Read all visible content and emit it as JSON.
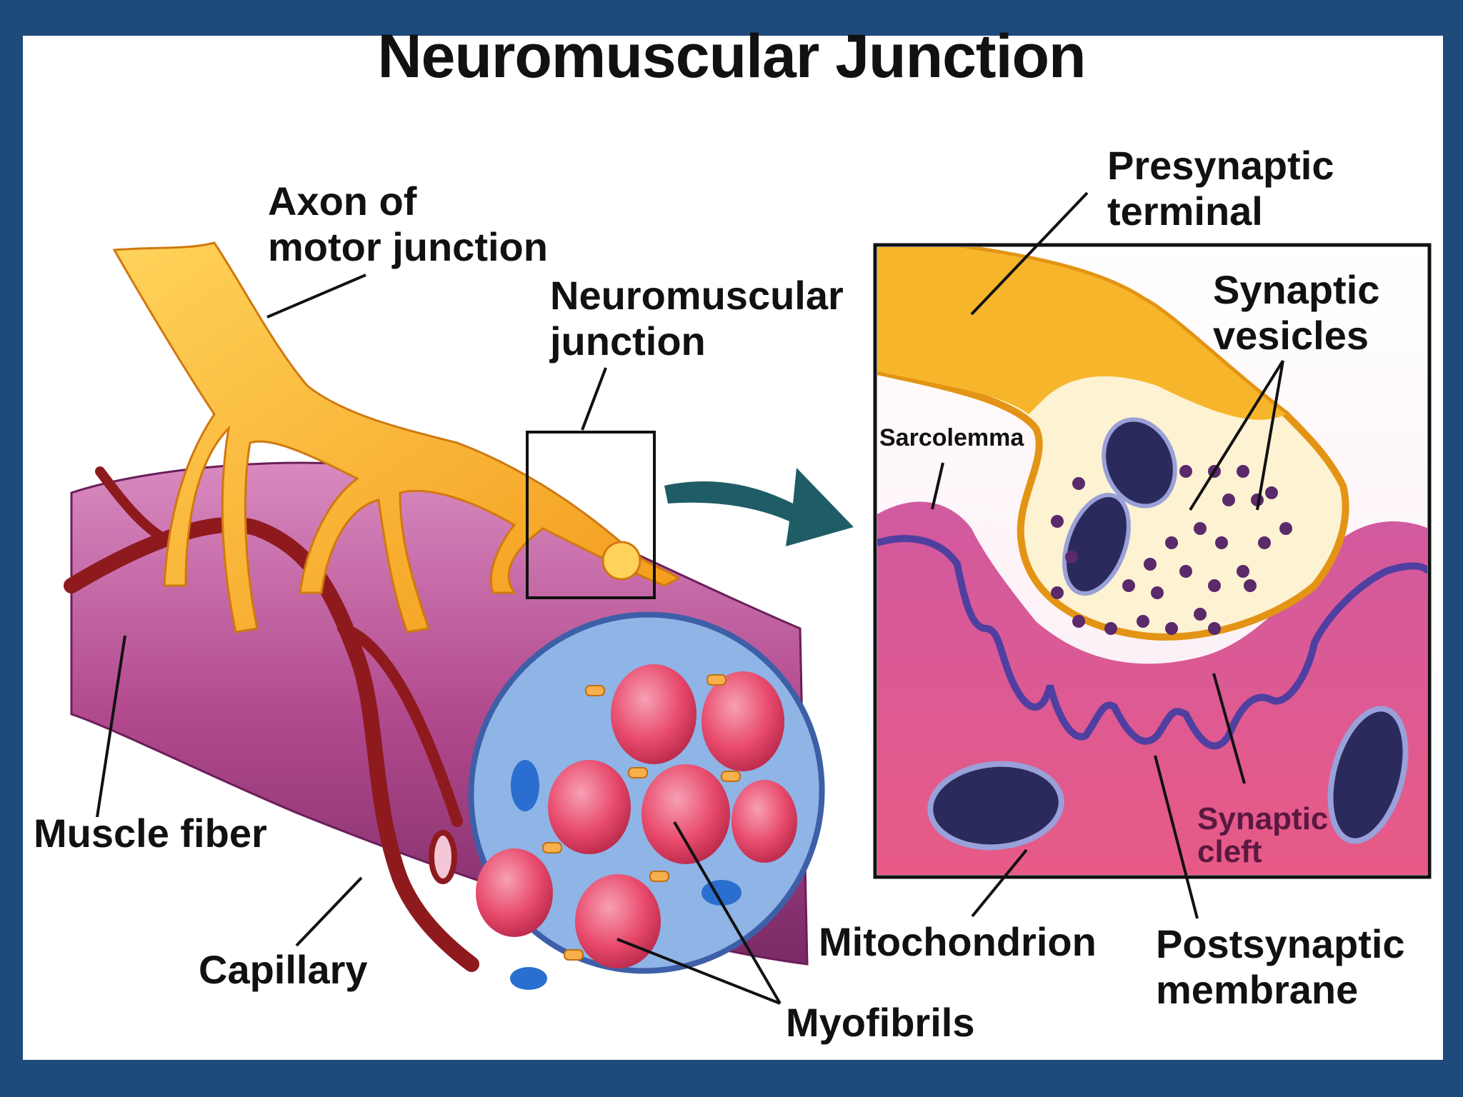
{
  "diagram": {
    "title": "Neuromuscular Junction",
    "labels": {
      "axon_line1": "Axon of",
      "axon_line2": "motor junction",
      "nmj_line1": "Neuromuscular",
      "nmj_line2": "junction",
      "presynaptic_line1": "Presynaptic",
      "presynaptic_line2": "terminal",
      "vesicles_line1": "Synaptic",
      "vesicles_line2": "vesicles",
      "sarcolemma": "Sarcolemma",
      "muscle_fiber": "Muscle fiber",
      "capillary": "Capillary",
      "myofibrils": "Myofibrils",
      "mitochondrion": "Mitochondrion",
      "postsynaptic_line1": "Postsynaptic",
      "postsynaptic_line2": "membrane",
      "cleft_line1": "Synaptic",
      "cleft_line2": "cleft"
    },
    "colors": {
      "background_border": "#1f4a7c",
      "axon": "#f7b52c",
      "muscle": "#b24a8e",
      "capillary": "#8e1a1e",
      "myofibril": "#e84a6c",
      "arrow": "#1f5d66",
      "mitochondrion": "#2a2a5c"
    }
  }
}
